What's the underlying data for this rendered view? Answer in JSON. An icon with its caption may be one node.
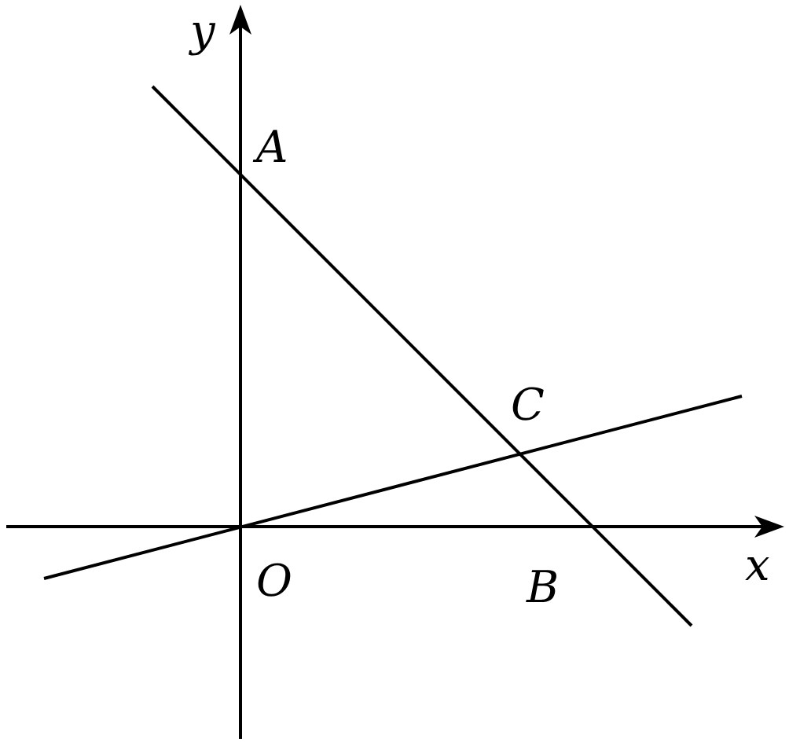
{
  "diagram": {
    "labels": [
      "y",
      "A",
      "C",
      "O",
      "B",
      "x"
    ]
  }
}
